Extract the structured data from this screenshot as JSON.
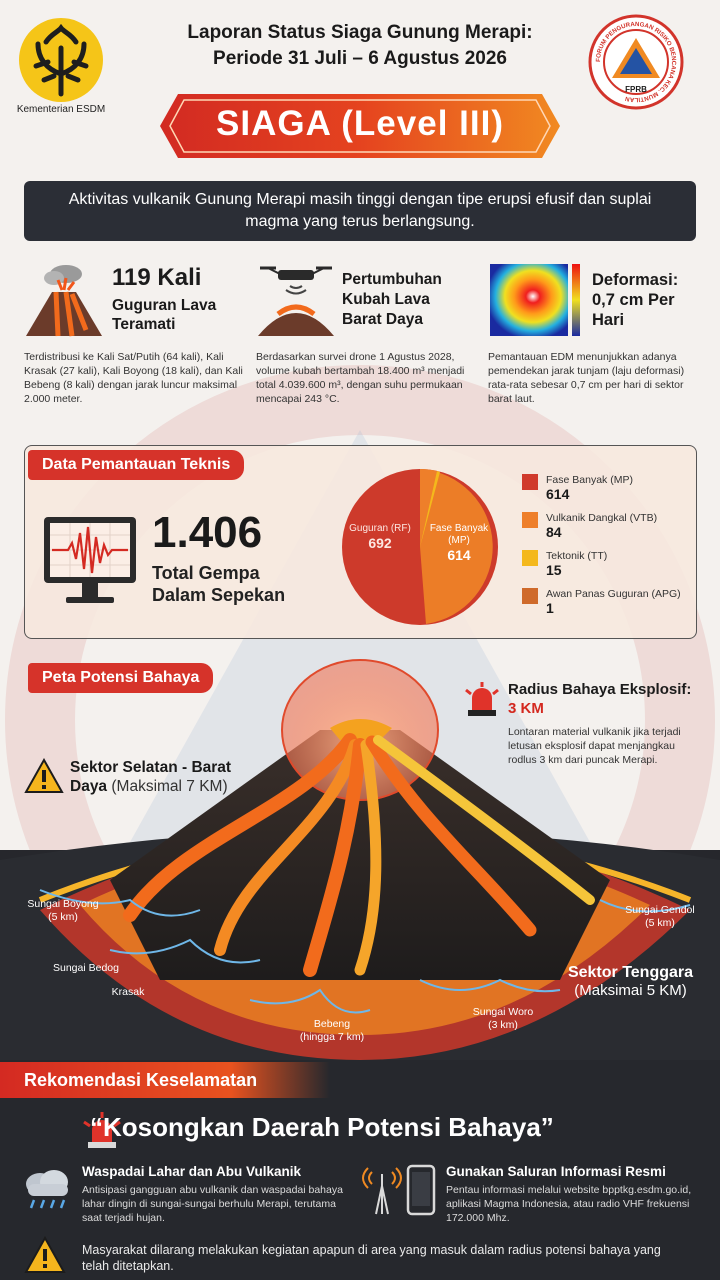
{
  "header": {
    "left_logo_caption": "Kementerian ESDM",
    "title_line1": "Laporan Status Siaga Gunung Merapi:",
    "title_line2": "Periode 31 Juli – 6 Agustus 2026",
    "right_logo_text_ring": "FORUM PENGURANGAN RISIKO BENCANA KEC. MUNTILAN",
    "right_logo_label": "FPRB",
    "status_label": "SIAGA (Level III)"
  },
  "summary": "Aktivitas vulkanik Gunung Merapi masih tinggi dengan tipe erupsi efusif dan suplai magma yang terus berlangsung.",
  "stats": [
    {
      "icon": "erupting-volcano-icon",
      "value": "119 Kali",
      "title": "Guguran Lava Teramati",
      "desc": "Terdistribusi ke Kali Sat/Putih (64 kali), Kali Krasak (27 kali), Kali Boyong (18 kali), dan Kali Bebeng (8 kali) dengan jarak luncur maksimal 2.000 meter."
    },
    {
      "icon": "drone-volcano-icon",
      "title": "Pertumbuhan Kubah Lava Barat Daya",
      "desc": "Berdasarkan survei drone 1 Agustus 2028, volume kubah bertambah 18.400 m³ menjadi total 4.039.600 m³, dengan suhu permukaan mencapai 243 °C."
    },
    {
      "icon": "deformation-heatmap-icon",
      "title": "Deformasi: 0,7 cm Per Hari",
      "desc": "Pemantauan EDM menunjukkan adanya pemendekan jarak tunjam (laju deformasi) rata-rata sebesar 0,7 cm per hari di sektor barat laut."
    }
  ],
  "tech": {
    "tab": "Data Pemantauan Teknis",
    "total_value": "1.406",
    "total_label": "Total Gempa Dalam Sepekan",
    "pie_labels": [
      {
        "name": "Guguran (RF)",
        "value": "692"
      },
      {
        "name": "Fase Banyak (MP)",
        "value": "614"
      }
    ],
    "legend": [
      {
        "name": "Fase Banyak (MP)",
        "value": "614",
        "color": "#d03a2c"
      },
      {
        "name": "Vulkanik Dangkal (VTB)",
        "value": "84",
        "color": "#ee7f2a"
      },
      {
        "name": "Tektonik (TT)",
        "value": "15",
        "color": "#f4b81c"
      },
      {
        "name": "Awan Panas Guguran (APG)",
        "value": "1",
        "color": "#cf6a2b"
      }
    ]
  },
  "map": {
    "tab": "Peta Potensi Bahaya",
    "radius_title": "Radius Bahaya Eksplosif:",
    "radius_value": "3 KM",
    "radius_desc": "Lontaran material vulkanik jika terjadi letusan eksplosif dapat menjangkau rodlus 3 km dari puncak Merapi.",
    "sw_sector_title": "Sektor Selatan - Barat Daya",
    "sw_sector_sub": "(Maksimal 7 KM)",
    "se_sector_title": "Sektor Tenggara",
    "se_sector_sub": "(Maksimai 5 KM)",
    "rivers": [
      {
        "name": "Sungai Boyong",
        "dist": "(5 km)"
      },
      {
        "name": "Sungai Bedog",
        "dist": ""
      },
      {
        "name": "Krasak",
        "dist": ""
      },
      {
        "name": "Bebeng",
        "dist": "(hingga 7 km)"
      },
      {
        "name": "Sungai Woro",
        "dist": "(3 km)"
      },
      {
        "name": "Sungai Gendol",
        "dist": "(5 km)"
      }
    ]
  },
  "recommend": {
    "tab": "Rekomendasi Keselamatan",
    "quote": "“Kosongkan Daerah Potensi Bahaya”",
    "items": [
      {
        "icon": "rain-cloud-icon",
        "title": "Waspadai Lahar dan Abu Vulkanik",
        "desc": "Antisipasi gangguan abu vulkanik dan waspadai bahaya lahar dingin di sungai-sungai berhulu Merapi, terutama saat terjadi hujan."
      },
      {
        "icon": "radio-phone-icon",
        "title": "Gunakan Saluran Informasi Resmi",
        "desc": "Pentau informasi melalui website bpptkg.esdm.go.id, aplikasi Magma Indonesia, atau radio VHF frekuensi 172.000 Mhz."
      },
      {
        "icon": "warning-icon",
        "title": "",
        "desc": "Masyarakat dilarang melakukan kegiatan apapun di area yang masuk dalam radius potensi bahaya yang telah ditetapkan."
      }
    ]
  }
}
